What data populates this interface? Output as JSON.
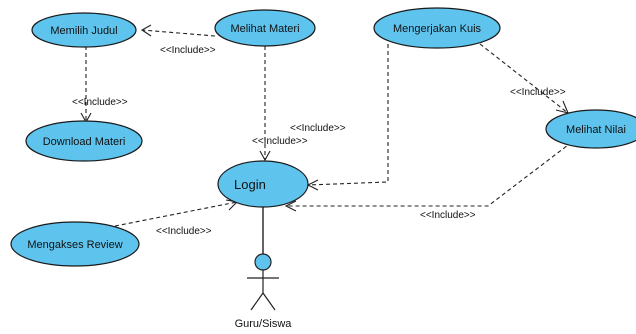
{
  "use_cases": {
    "memilih_judul": "Memilih Judul",
    "melihat_materi": "Melihat Materi",
    "mengerjakan_kuis": "Mengerjakan Kuis",
    "download_materi": "Download Materi",
    "melihat_nilai": "Melihat Nilai",
    "login": "Login",
    "mengakses_review": "Mengakses Review"
  },
  "actor": {
    "name": "Guru/Siswa"
  },
  "relations": {
    "materi_to_judul": "<<Include>>",
    "judul_to_download": "<<Include>>",
    "kuis_to_nilai": "<<Include>>",
    "kuis_to_login": "<<Include>>",
    "materi_to_login": "<<Include>>",
    "nilai_to_login": "<<Include>>",
    "review_to_login": "<<Include>>"
  },
  "colors": {
    "use_case_fill": "#5ec4ee",
    "stroke": "#1a1a1a"
  }
}
